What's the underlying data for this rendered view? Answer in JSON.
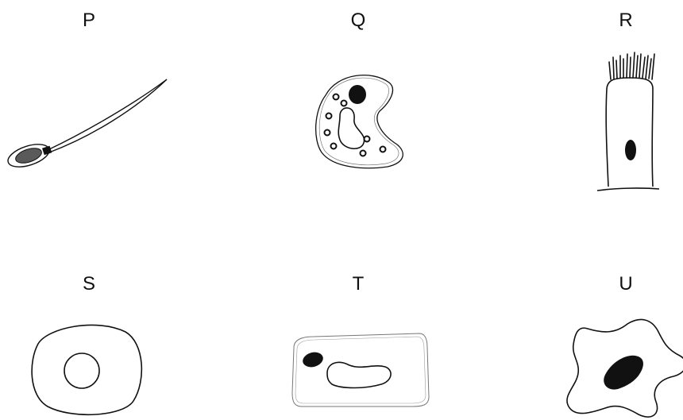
{
  "labels": {
    "p": "P",
    "q": "Q",
    "r": "R",
    "s": "S",
    "t": "T",
    "u": "U"
  },
  "colors": {
    "stroke": "#111111",
    "fill_dark": "#111111",
    "fill_grey": "#5a5a5a"
  }
}
